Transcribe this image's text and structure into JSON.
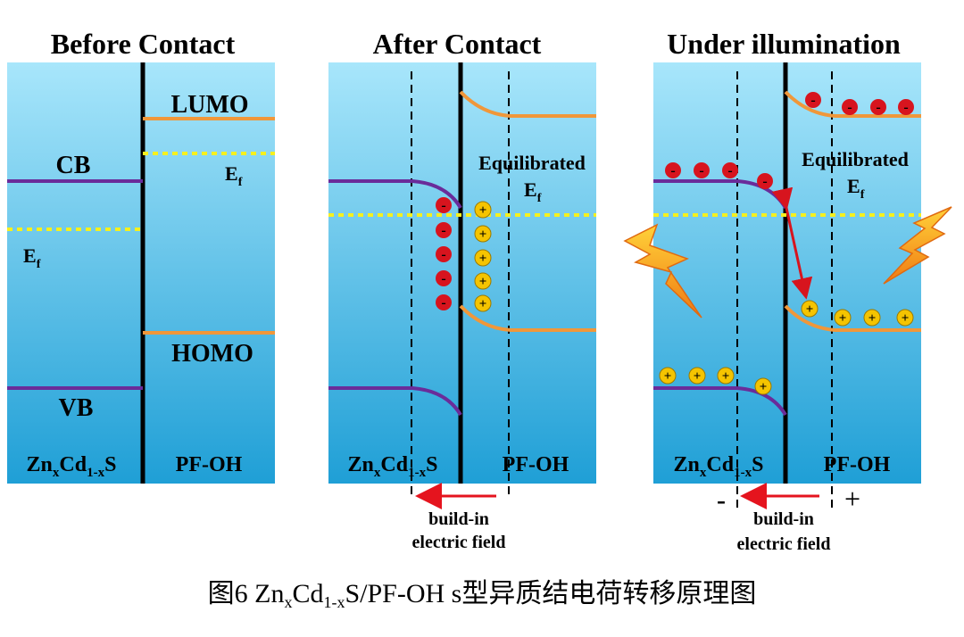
{
  "panels": [
    {
      "title": "Before Contact",
      "left_label": {
        "main": "Zn",
        "sub1": "x",
        "mid": "Cd",
        "sub2": "1-x",
        "end": "S"
      },
      "right_label": "PF-OH",
      "lumo": "LUMO",
      "homo": "HOMO",
      "cb": "CB",
      "vb": "VB",
      "ef_left": {
        "main": "E",
        "sub": "f"
      },
      "ef_right": {
        "main": "E",
        "sub": "f"
      }
    },
    {
      "title": "After Contact",
      "left_label": {
        "main": "Zn",
        "sub1": "x",
        "mid": "Cd",
        "sub2": "1-x",
        "end": "S"
      },
      "right_label": "PF-OH",
      "equilibrated": "Equilibrated",
      "ef": {
        "main": "E",
        "sub": "f"
      },
      "field_line1": "build-in",
      "field_line2": "electric field"
    },
    {
      "title": "Under illumination",
      "left_label": {
        "main": "Zn",
        "sub1": "x",
        "mid": "Cd",
        "sub2": "1-x",
        "end": "S"
      },
      "right_label": "PF-OH",
      "equilibrated": "Equilibrated",
      "ef": {
        "main": "E",
        "sub": "f"
      },
      "field_line1": "build-in",
      "field_line2": "electric field",
      "minus_sign": "-",
      "plus_sign": "+"
    }
  ],
  "charges": {
    "negative": "-",
    "positive": "+"
  },
  "caption": {
    "prefix": "图6 Zn",
    "sub1": "x",
    "mid": "Cd",
    "sub2": "1-x",
    "suffix": "S/PF-OH s型异质结电荷转移原理图"
  },
  "colors": {
    "band_purple": "#6a2c9a",
    "band_orange": "#f0973a",
    "fermi_yellow": "#f6f01e",
    "electron_red": "#d7141e",
    "hole_yellow": "#f5c400",
    "field_arrow": "#e5141e",
    "bg_top": "#a8e6fb",
    "bg_bottom": "#1f9fd6"
  }
}
